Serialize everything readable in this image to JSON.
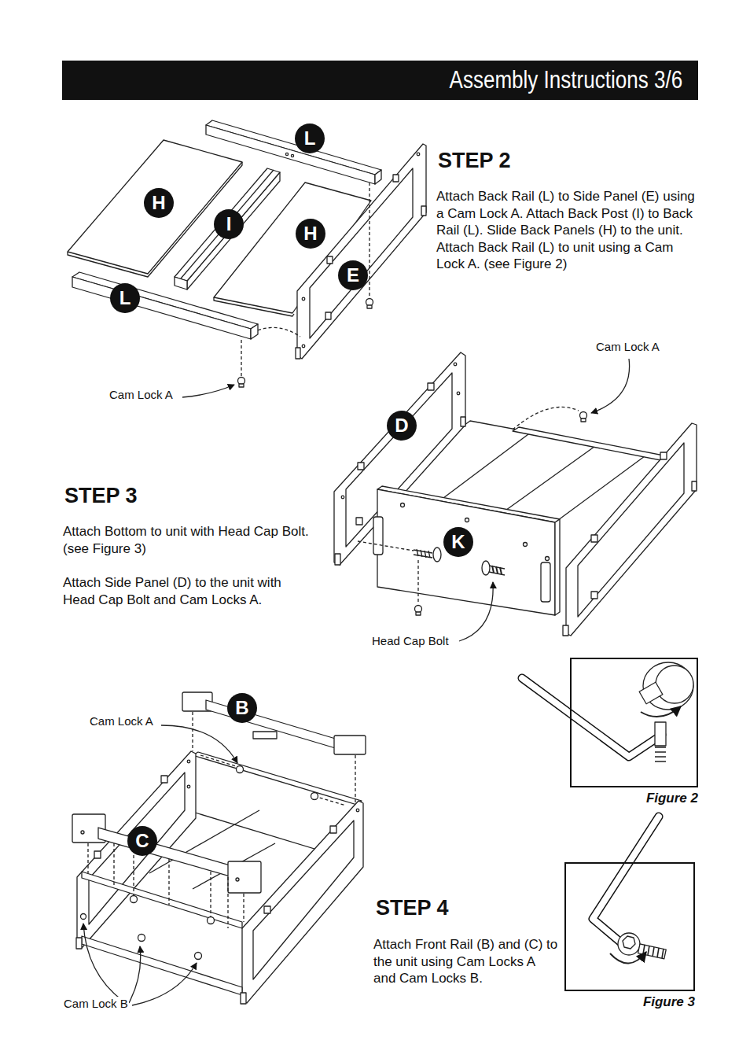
{
  "diagram": {
    "title": "Assembly Instructions 3/6",
    "nodes": [
      {
        "text": [
          "L"
        ]
      },
      {
        "text": [
          "H"
        ]
      },
      {
        "text": [
          "I"
        ]
      },
      {
        "text": [
          "H"
        ]
      },
      {
        "text": [
          "E"
        ]
      },
      {
        "text": [
          "L"
        ]
      },
      {
        "text": [
          "D"
        ]
      },
      {
        "text": [
          "K"
        ]
      },
      {
        "text": [
          "Figure 2"
        ]
      },
      {
        "text": [
          "B"
        ]
      },
      {
        "text": [
          "C"
        ]
      },
      {
        "text": [
          "Figure 3"
        ]
      }
    ],
    "labels": [
      "STEP 2",
      "Attach Back Rail (L) to Side Panel (E) using a Cam Lock A. Attach Back Post (I) to Back Rail (L). Slide Back Panels (H) to the unit. Attach Back Rail (L) to unit using a Cam Lock A. (see Figure 2)",
      "Cam Lock A",
      "Cam Lock A",
      "STEP 3",
      "Attach Bottom to unit with Head Cap Bolt. (see Figure 3)",
      "Attach Side Panel (D) to the unit with Head Cap Bolt and Cam Locks A.",
      "Head Cap Bolt",
      "Cam Lock A",
      "STEP 4",
      "Attach Front Rail (B) and (C) to the unit using Cam Locks A and Cam Locks B.",
      "Cam Lock B"
    ]
  }
}
